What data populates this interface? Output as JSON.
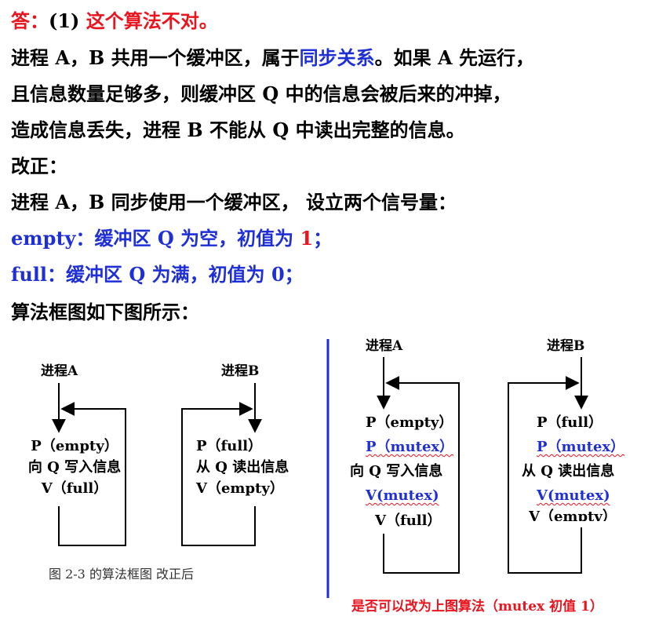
{
  "answer": {
    "label": "答：",
    "num": "(1)",
    "verdict": "这个算法不对。"
  },
  "para1": {
    "l1a": "进程 A，B 共用一个缓冲区，属于",
    "l1b": "同步关系",
    "l1c": "。如果 A 先运行，",
    "l2": "且信息数量足够多，则缓冲区 Q 中的信息会被后来的冲掉，",
    "l3": "造成信息丢失，进程 B 不能从 Q 中读出完整的信息。"
  },
  "fix_label": "改正：",
  "fix_line": "进程 A，B 同步使用一个缓冲区，  设立两个信号量：",
  "sem_empty": {
    "a": "empty：缓冲区 Q 为空，初值为 ",
    "b": "1",
    "c": "；"
  },
  "sem_full": "full：缓冲区 Q 为满，初值为 0；",
  "diagram_intro": "算法框图如下图所示：",
  "left_diagram": {
    "procA": "进程A",
    "procB": "进程B",
    "a1": "P（empty）",
    "a2": "向 Q 写入信息",
    "a3": "V（full）",
    "b1": "P（full）",
    "b2": "从 Q 读出信息",
    "b3": "V（empty）",
    "caption": "图 2-3 的算法框图  改正后"
  },
  "right_diagram": {
    "procA": "进程A",
    "procB": "进程B",
    "a1": "P（empty）",
    "a2": "P（mutex）",
    "a3": "向 Q 写入信息",
    "a4": "V(mutex)",
    "a5": "V（full）",
    "b1": "P（full）",
    "b2": "P（mutex）",
    "b3": "从 Q 读出信息",
    "b4": "V(mutex)",
    "b5": "V（emptv）",
    "note": "是否可以改为上图算法（mutex 初值 1）"
  }
}
